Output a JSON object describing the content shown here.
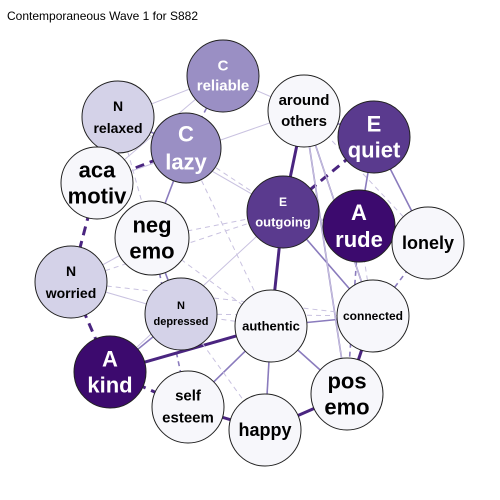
{
  "title": "Contemporaneous Wave 1 for S882",
  "colors": {
    "fill_lightest": "#f7f7fb",
    "fill_light": "#d4d2e8",
    "fill_mid": "#9a8fc4",
    "fill_dark": "#5a3a8e",
    "fill_darkest": "#3c0a6e",
    "edge_strong": "#4a2580",
    "edge_mid": "#8a7bbd",
    "edge_light": "#c9c2e0",
    "text_dark": "#000000",
    "text_light": "#ffffff"
  },
  "nodes": [
    {
      "id": "c_reliable",
      "lines": [
        "C",
        "reliable"
      ],
      "tone": "mid"
    },
    {
      "id": "n_relaxed",
      "lines": [
        "N",
        "relaxed"
      ],
      "tone": "light"
    },
    {
      "id": "around_others",
      "lines": [
        "around",
        "others"
      ],
      "tone": "lightest"
    },
    {
      "id": "c_lazy",
      "lines": [
        "C",
        "lazy"
      ],
      "tone": "mid"
    },
    {
      "id": "e_quiet",
      "lines": [
        "E",
        "quiet"
      ],
      "tone": "dark"
    },
    {
      "id": "aca_motiv",
      "lines": [
        "aca",
        "motiv"
      ],
      "tone": "lightest"
    },
    {
      "id": "e_outgoing",
      "lines": [
        "E",
        "outgoing"
      ],
      "tone": "dark"
    },
    {
      "id": "a_rude",
      "lines": [
        "A",
        "rude"
      ],
      "tone": "darkest"
    },
    {
      "id": "neg_emo",
      "lines": [
        "neg",
        "emo"
      ],
      "tone": "lightest"
    },
    {
      "id": "lonely",
      "lines": [
        "lonely"
      ],
      "tone": "lightest"
    },
    {
      "id": "n_worried",
      "lines": [
        "N",
        "worried"
      ],
      "tone": "light"
    },
    {
      "id": "n_depressed",
      "lines": [
        "N",
        "depressed"
      ],
      "tone": "light"
    },
    {
      "id": "authentic",
      "lines": [
        "authentic"
      ],
      "tone": "lightest"
    },
    {
      "id": "connected",
      "lines": [
        "connected"
      ],
      "tone": "lightest"
    },
    {
      "id": "a_kind",
      "lines": [
        "A",
        "kind"
      ],
      "tone": "darkest"
    },
    {
      "id": "pos_emo",
      "lines": [
        "pos",
        "emo"
      ],
      "tone": "lightest"
    },
    {
      "id": "self_esteem",
      "lines": [
        "self",
        "esteem"
      ],
      "tone": "lightest"
    },
    {
      "id": "happy",
      "lines": [
        "happy"
      ],
      "tone": "lightest"
    }
  ],
  "edges": [
    {
      "from": "c_reliable",
      "to": "c_lazy",
      "strength": "mid",
      "sign": "neg"
    },
    {
      "from": "c_reliable",
      "to": "n_relaxed",
      "strength": "light",
      "sign": "pos"
    },
    {
      "from": "c_reliable",
      "to": "aca_motiv",
      "strength": "light",
      "sign": "pos"
    },
    {
      "from": "c_reliable",
      "to": "around_others",
      "strength": "light",
      "sign": "pos"
    },
    {
      "from": "n_relaxed",
      "to": "c_lazy",
      "strength": "mid",
      "sign": "pos"
    },
    {
      "from": "c_lazy",
      "to": "aca_motiv",
      "strength": "strong",
      "sign": "neg"
    },
    {
      "from": "c_lazy",
      "to": "neg_emo",
      "strength": "mid",
      "sign": "pos"
    },
    {
      "from": "aca_motiv",
      "to": "n_worried",
      "strength": "strong",
      "sign": "neg"
    },
    {
      "from": "neg_emo",
      "to": "n_worried",
      "strength": "light",
      "sign": "pos"
    },
    {
      "from": "neg_emo",
      "to": "n_depressed",
      "strength": "mid",
      "sign": "pos"
    },
    {
      "from": "neg_emo",
      "to": "self_esteem",
      "strength": "mid",
      "sign": "neg"
    },
    {
      "from": "neg_emo",
      "to": "e_outgoing",
      "strength": "light",
      "sign": "neg"
    },
    {
      "from": "neg_emo",
      "to": "authentic",
      "strength": "light",
      "sign": "neg"
    },
    {
      "from": "n_worried",
      "to": "a_kind",
      "strength": "strong",
      "sign": "neg"
    },
    {
      "from": "n_worried",
      "to": "n_depressed",
      "strength": "light",
      "sign": "pos"
    },
    {
      "from": "a_kind",
      "to": "authentic",
      "strength": "strong",
      "sign": "pos"
    },
    {
      "from": "a_kind",
      "to": "self_esteem",
      "strength": "strong",
      "sign": "neg"
    },
    {
      "from": "a_kind",
      "to": "n_depressed",
      "strength": "mid",
      "sign": "pos"
    },
    {
      "from": "a_kind",
      "to": "e_outgoing",
      "strength": "light",
      "sign": "pos"
    },
    {
      "from": "self_esteem",
      "to": "happy",
      "strength": "strong",
      "sign": "pos"
    },
    {
      "from": "self_esteem",
      "to": "authentic",
      "strength": "mid",
      "sign": "pos"
    },
    {
      "from": "happy",
      "to": "pos_emo",
      "strength": "strong",
      "sign": "pos"
    },
    {
      "from": "happy",
      "to": "authentic",
      "strength": "mid",
      "sign": "pos"
    },
    {
      "from": "pos_emo",
      "to": "authentic",
      "strength": "mid",
      "sign": "pos"
    },
    {
      "from": "pos_emo",
      "to": "connected",
      "strength": "strong",
      "sign": "pos"
    },
    {
      "from": "pos_emo",
      "to": "around_others",
      "strength": "mid",
      "sign": "pos"
    },
    {
      "from": "connected",
      "to": "lonely",
      "strength": "mid",
      "sign": "neg"
    },
    {
      "from": "connected",
      "to": "around_others",
      "strength": "mid",
      "sign": "pos"
    },
    {
      "from": "connected",
      "to": "a_rude",
      "strength": "light",
      "sign": "neg"
    },
    {
      "from": "lonely",
      "to": "a_rude",
      "strength": "mid",
      "sign": "pos"
    },
    {
      "from": "lonely",
      "to": "e_quiet",
      "strength": "mid",
      "sign": "pos"
    },
    {
      "from": "lonely",
      "to": "around_others",
      "strength": "light",
      "sign": "neg"
    },
    {
      "from": "a_rude",
      "to": "e_quiet",
      "strength": "mid",
      "sign": "pos"
    },
    {
      "from": "a_rude",
      "to": "e_outgoing",
      "strength": "light",
      "sign": "neg"
    },
    {
      "from": "a_rude",
      "to": "pos_emo",
      "strength": "mid",
      "sign": "neg"
    },
    {
      "from": "e_quiet",
      "to": "e_outgoing",
      "strength": "strong",
      "sign": "neg"
    },
    {
      "from": "e_quiet",
      "to": "around_others",
      "strength": "mid",
      "sign": "neg"
    },
    {
      "from": "e_outgoing",
      "to": "around_others",
      "strength": "strong",
      "sign": "pos"
    },
    {
      "from": "e_outgoing",
      "to": "authentic",
      "strength": "strong",
      "sign": "pos"
    },
    {
      "from": "e_outgoing",
      "to": "connected",
      "strength": "mid",
      "sign": "pos"
    },
    {
      "from": "e_outgoing",
      "to": "lonely",
      "strength": "light",
      "sign": "neg"
    },
    {
      "from": "authentic",
      "to": "connected",
      "strength": "mid",
      "sign": "pos"
    },
    {
      "from": "authentic",
      "to": "n_depressed",
      "strength": "light",
      "sign": "neg"
    },
    {
      "from": "around_others",
      "to": "connected",
      "strength": "light",
      "sign": "pos"
    },
    {
      "from": "around_others",
      "to": "pos_emo",
      "strength": "light",
      "sign": "pos"
    },
    {
      "from": "n_relaxed",
      "to": "neg_emo",
      "strength": "light",
      "sign": "neg"
    },
    {
      "from": "n_relaxed",
      "to": "e_outgoing",
      "strength": "light",
      "sign": "pos"
    },
    {
      "from": "aca_motiv",
      "to": "around_others",
      "strength": "light",
      "sign": "pos"
    },
    {
      "from": "n_worried",
      "to": "e_outgoing",
      "strength": "light",
      "sign": "neg"
    },
    {
      "from": "n_worried",
      "to": "connected",
      "strength": "light",
      "sign": "neg"
    },
    {
      "from": "n_depressed",
      "to": "happy",
      "strength": "light",
      "sign": "neg"
    },
    {
      "from": "n_depressed",
      "to": "connected",
      "strength": "light",
      "sign": "neg"
    },
    {
      "from": "c_lazy",
      "to": "e_outgoing",
      "strength": "light",
      "sign": "neg"
    },
    {
      "from": "c_lazy",
      "to": "authentic",
      "strength": "light",
      "sign": "neg"
    }
  ]
}
